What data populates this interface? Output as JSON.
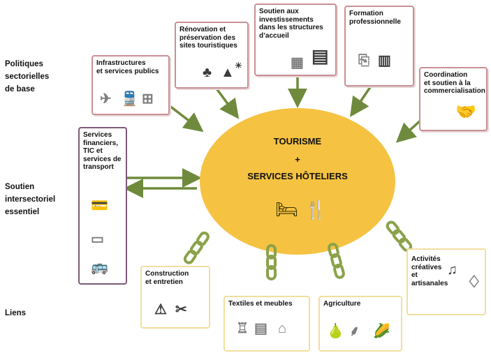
{
  "side_labels": {
    "base": "Politiques\nsectorielles\nde base",
    "intersector": "Soutien\nintersectoriel\nessentiel",
    "liens": "Liens"
  },
  "center": {
    "line1": "TOURISME",
    "line2": "+",
    "line3": "SERVICES HÔTELIERS"
  },
  "boxes": {
    "infrastructures": "Infrastructures\net services publics",
    "renovation": "Rénovation et\npréservation des\nsites touristiques",
    "soutien": "Soutien aux\ninvestissements\ndans les structures\nd’accueil",
    "formation": "Formation\nprofessionnelle",
    "coordination": "Coordination\net soutien à la\ncommercialisation",
    "services_fin": "Services\nfinanciers,\nTIC et\nservices de\ntransport",
    "construction": "Construction\net entretien",
    "textiles": "Textiles et meubles",
    "agriculture": "Agriculture",
    "activites": "Activités\ncréatives\net\nartisanales"
  },
  "colors": {
    "ellipse": "#f5c242",
    "arrow": "#6f8a3c",
    "chain": "#8aa24a",
    "red_border": "#c98f93",
    "purple_border": "#7b5a78",
    "yellow_border": "#f1df9e"
  },
  "icons": {
    "infrastructures": [
      "airplane-icon",
      "train-icon",
      "hospital-icon"
    ],
    "renovation": [
      "tree-icon",
      "mountain-icon",
      "sun-icon"
    ],
    "soutien": [
      "map-icon",
      "building-icon"
    ],
    "formation": [
      "certificate-icon",
      "books-icon"
    ],
    "coordination": [
      "handshake-icon"
    ],
    "services_fin": [
      "payment-card-icon",
      "devices-icon",
      "bus-icon"
    ],
    "center": [
      "bed-icon",
      "fork-knife-icon"
    ],
    "construction": [
      "warning-sign-icon",
      "tools-icon"
    ],
    "textiles": [
      "cotton-thread-icon",
      "cabinet-icon",
      "sofa-icon"
    ],
    "agriculture": [
      "fruit-icon",
      "wheat-icon",
      "corn-icon"
    ],
    "activites": [
      "music-note-icon",
      "lantern-icon"
    ]
  }
}
